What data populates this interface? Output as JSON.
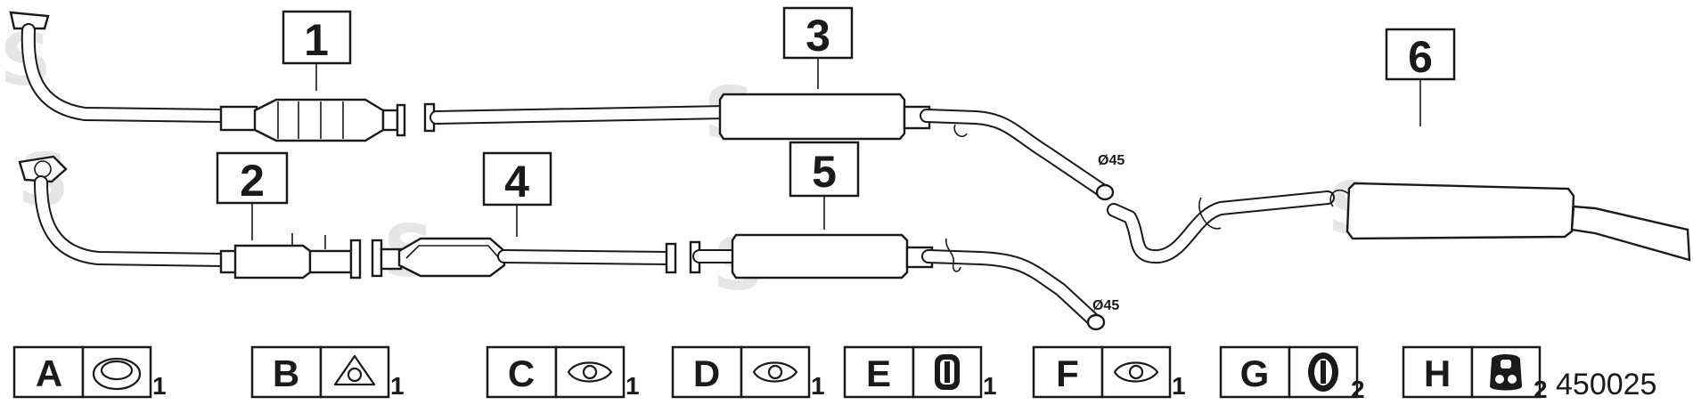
{
  "parts": [
    {
      "number": "1"
    },
    {
      "number": "2"
    },
    {
      "number": "3"
    },
    {
      "number": "4"
    },
    {
      "number": "5"
    },
    {
      "number": "6"
    }
  ],
  "diameter_labels": [
    "Ø45",
    "Ø45"
  ],
  "legend": [
    {
      "letter": "A",
      "qty": "1",
      "icon": "ring-gasket-icon"
    },
    {
      "letter": "B",
      "qty": "1",
      "icon": "triangle-gasket-icon"
    },
    {
      "letter": "C",
      "qty": "1",
      "icon": "oval-gasket-icon"
    },
    {
      "letter": "D",
      "qty": "1",
      "icon": "oval-gasket-icon"
    },
    {
      "letter": "E",
      "qty": "1",
      "icon": "rubber-hanger-icon"
    },
    {
      "letter": "F",
      "qty": "1",
      "icon": "oval-gasket-icon"
    },
    {
      "letter": "G",
      "qty": "2",
      "icon": "rubber-hanger-icon"
    },
    {
      "letter": "H",
      "qty": "2",
      "icon": "rubber-hanger-icon"
    }
  ],
  "diagram_code": "450025",
  "colors": {
    "line": "#1a1a1a",
    "watermark": "#e6e6e6",
    "background": "#ffffff"
  }
}
